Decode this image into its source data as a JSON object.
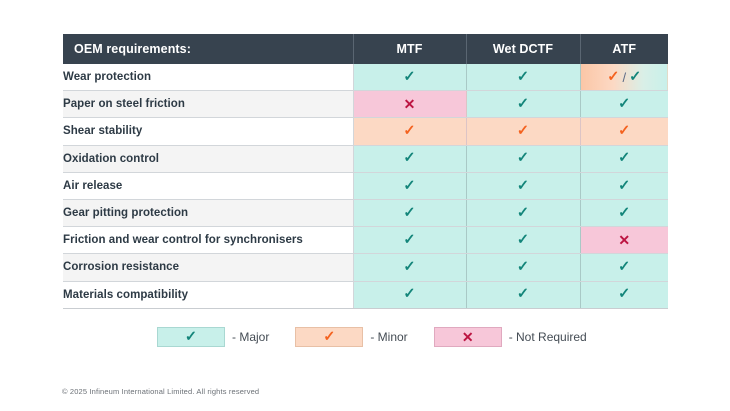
{
  "table": {
    "columns": [
      {
        "key": "label",
        "label": "OEM requirements:"
      },
      {
        "key": "mtf",
        "label": "MTF"
      },
      {
        "key": "wetdctf",
        "label": "Wet DCTF"
      },
      {
        "key": "atf",
        "label": "ATF"
      }
    ],
    "rows": [
      {
        "label": "Wear protection",
        "mtf": {
          "mark": "check",
          "level": "major"
        },
        "wetdctf": {
          "mark": "check",
          "level": "major"
        },
        "atf": {
          "mark": "check-slash-check",
          "level": "mixed",
          "first": "✓",
          "separator": "/",
          "second": "✓"
        }
      },
      {
        "label": "Paper on steel friction",
        "mtf": {
          "mark": "cross",
          "level": "none"
        },
        "wetdctf": {
          "mark": "check",
          "level": "major"
        },
        "atf": {
          "mark": "check",
          "level": "major"
        }
      },
      {
        "label": "Shear stability",
        "mtf": {
          "mark": "check",
          "level": "minor"
        },
        "wetdctf": {
          "mark": "check",
          "level": "minor"
        },
        "atf": {
          "mark": "check",
          "level": "minor"
        }
      },
      {
        "label": "Oxidation control",
        "mtf": {
          "mark": "check",
          "level": "major"
        },
        "wetdctf": {
          "mark": "check",
          "level": "major"
        },
        "atf": {
          "mark": "check",
          "level": "major"
        }
      },
      {
        "label": "Air release",
        "mtf": {
          "mark": "check",
          "level": "major"
        },
        "wetdctf": {
          "mark": "check",
          "level": "major"
        },
        "atf": {
          "mark": "check",
          "level": "major"
        }
      },
      {
        "label": "Gear pitting protection",
        "mtf": {
          "mark": "check",
          "level": "major"
        },
        "wetdctf": {
          "mark": "check",
          "level": "major"
        },
        "atf": {
          "mark": "check",
          "level": "major"
        }
      },
      {
        "label": "Friction and wear control for synchronisers",
        "mtf": {
          "mark": "check",
          "level": "major"
        },
        "wetdctf": {
          "mark": "check",
          "level": "major"
        },
        "atf": {
          "mark": "cross",
          "level": "none"
        }
      },
      {
        "label": "Corrosion resistance",
        "mtf": {
          "mark": "check",
          "level": "major"
        },
        "wetdctf": {
          "mark": "check",
          "level": "major"
        },
        "atf": {
          "mark": "check",
          "level": "major"
        }
      },
      {
        "label": "Materials compatibility",
        "mtf": {
          "mark": "check",
          "level": "major"
        },
        "wetdctf": {
          "mark": "check",
          "level": "major"
        },
        "atf": {
          "mark": "check",
          "level": "major"
        }
      }
    ]
  },
  "glyphs": {
    "check": "✓",
    "cross": "✕",
    "separator": "/"
  },
  "legend": {
    "items": [
      {
        "icon": "check",
        "level": "major",
        "text": "- Major"
      },
      {
        "icon": "check",
        "level": "minor",
        "text": "- Minor"
      },
      {
        "icon": "cross",
        "level": "none",
        "text": "- Not Required"
      }
    ]
  },
  "footer": {
    "copyright": "© 2025 Infineum International Limited. All rights reserved"
  },
  "colors": {
    "header_bg": "#37434f",
    "major_fill": "#c8f0ea",
    "minor_fill": "#fcd9c4",
    "none_fill": "#f7c7d9",
    "check_major": "#13857a",
    "check_minor": "#f4621f",
    "cross": "#bc1542",
    "label_text": "#2d3a45"
  }
}
